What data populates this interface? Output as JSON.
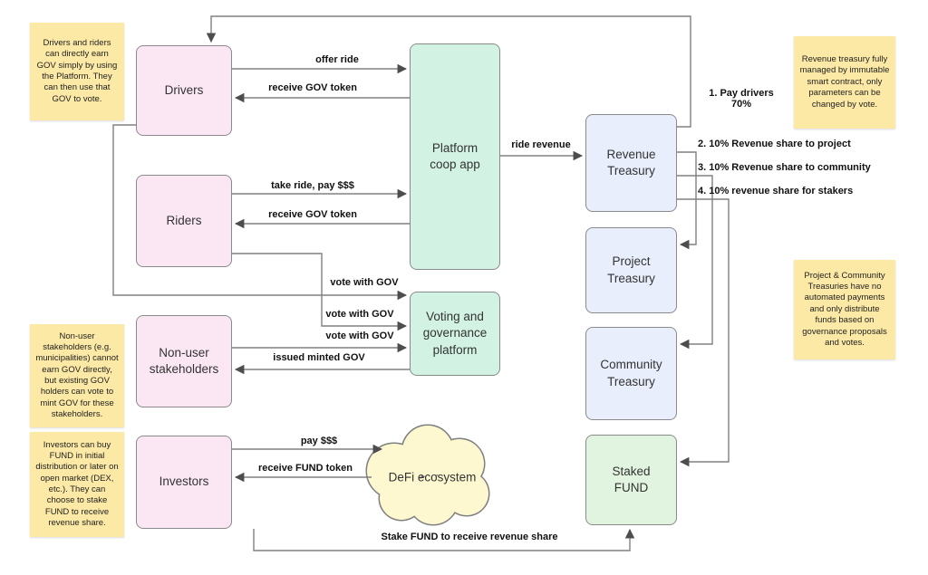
{
  "diagram": {
    "nodes": {
      "drivers": {
        "label": "Drivers"
      },
      "riders": {
        "label": "Riders"
      },
      "non_user": {
        "label": "Non-user stakeholders"
      },
      "investors": {
        "label": "Investors"
      },
      "platform": {
        "label": "Platform coop app"
      },
      "voting": {
        "label": "Voting and governance platform"
      },
      "defi": {
        "label": "DeFi ecosystem"
      },
      "revenue_treasury": {
        "label": "Revenue Treasury"
      },
      "project_treasury": {
        "label": "Project Treasury"
      },
      "community_treasury": {
        "label": "Community Treasury"
      },
      "staked_fund": {
        "label": "Staked FUND"
      }
    },
    "edge_labels": {
      "offer_ride": "offer ride",
      "receive_gov_drivers": "receive GOV token",
      "take_ride": "take ride, pay $$$",
      "receive_gov_riders": "receive GOV token",
      "vote_drivers": "vote with GOV",
      "vote_riders": "vote with GOV",
      "vote_stakeholders": "vote with GOV",
      "issued_minted": "issued minted GOV",
      "ride_revenue": "ride revenue",
      "pay_drivers": "1. Pay drivers 70%",
      "share_project": "2. 10% Revenue share to project",
      "share_community": "3. 10% Revenue share to community",
      "share_stakers": "4. 10% revenue share for stakers",
      "pay_money": "pay $$$",
      "receive_fund": "receive FUND token",
      "stake_fund": "Stake FUND to receive revenue share"
    },
    "notes": {
      "drivers_riders": "Drivers and riders can directly earn GOV simply by using the Platform. They can then use that GOV to vote.",
      "revenue": "Revenue treasury fully managed by immutable smart contract, only parameters can be changed by vote.",
      "non_user": "Non-user stakeholders (e.g. municipalities) cannot earn GOV directly, but existing GOV holders can vote to mint GOV for these stakeholders.",
      "treasuries": "Project & Community Treasuries have no automated payments and only distribute funds based on governance proposals and votes.",
      "investors": "Investors can buy FUND in initial distribution or later on open market (DEX, etc.). They can choose to stake FUND to receive revenue share."
    },
    "colors": {
      "pink": "#fbe7f4",
      "mint": "#d2f2e4",
      "blue": "#e8eefb",
      "green": "#e1f4df",
      "yellow": "#fce9a5",
      "cloud": "#fdf8cf",
      "stroke": "#808080",
      "text": "#333333"
    }
  }
}
